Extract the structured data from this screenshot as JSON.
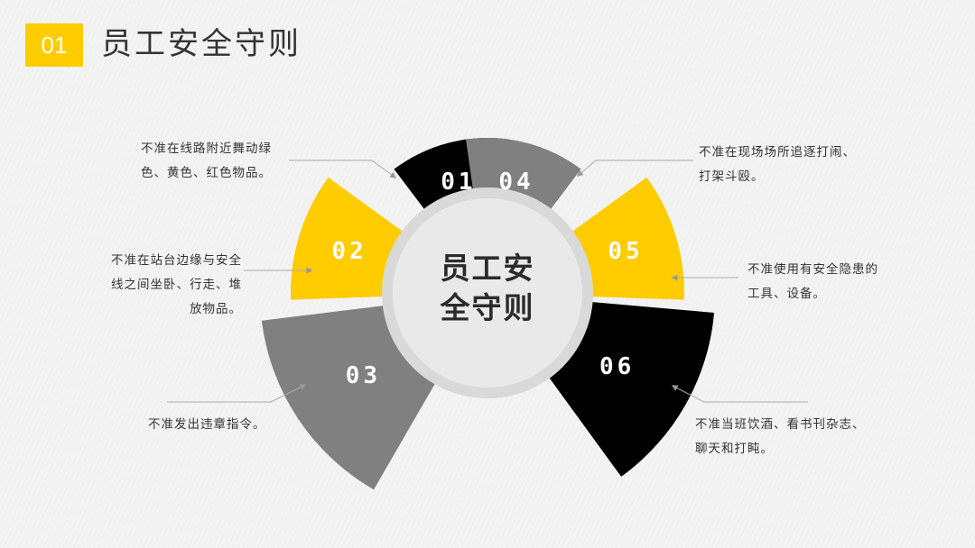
{
  "header": {
    "badge": "01",
    "title": "员工安全守则"
  },
  "center": {
    "line1": "员工安",
    "line2": "全守则"
  },
  "colors": {
    "yellow": "#ffcc00",
    "black": "#000000",
    "gray": "#808080",
    "circle": "#e8e8e8",
    "circleRing": "#d9d9d9"
  },
  "segments": [
    {
      "num": "01",
      "color": "black"
    },
    {
      "num": "02",
      "color": "yellow"
    },
    {
      "num": "03",
      "color": "gray"
    },
    {
      "num": "04",
      "color": "gray"
    },
    {
      "num": "05",
      "color": "yellow"
    },
    {
      "num": "06",
      "color": "black"
    }
  ],
  "rules": [
    {
      "l1": "不准在线路附近舞动绿",
      "l2": "色、黄色、红色物品。"
    },
    {
      "l1": "不准在站台边缘与安全",
      "l2": "线之间坐卧、行走、堆",
      "l3": "放物品。"
    },
    {
      "l1": "不准发出违章指令。"
    },
    {
      "l1": "不准在现场场所追逐打闹、",
      "l2": "打架斗殴。"
    },
    {
      "l1": "不准使用有安全隐患的",
      "l2": "工具、设备。"
    },
    {
      "l1": "不准当班饮酒、看书刊杂志、",
      "l2": "聊天和打盹。"
    }
  ]
}
